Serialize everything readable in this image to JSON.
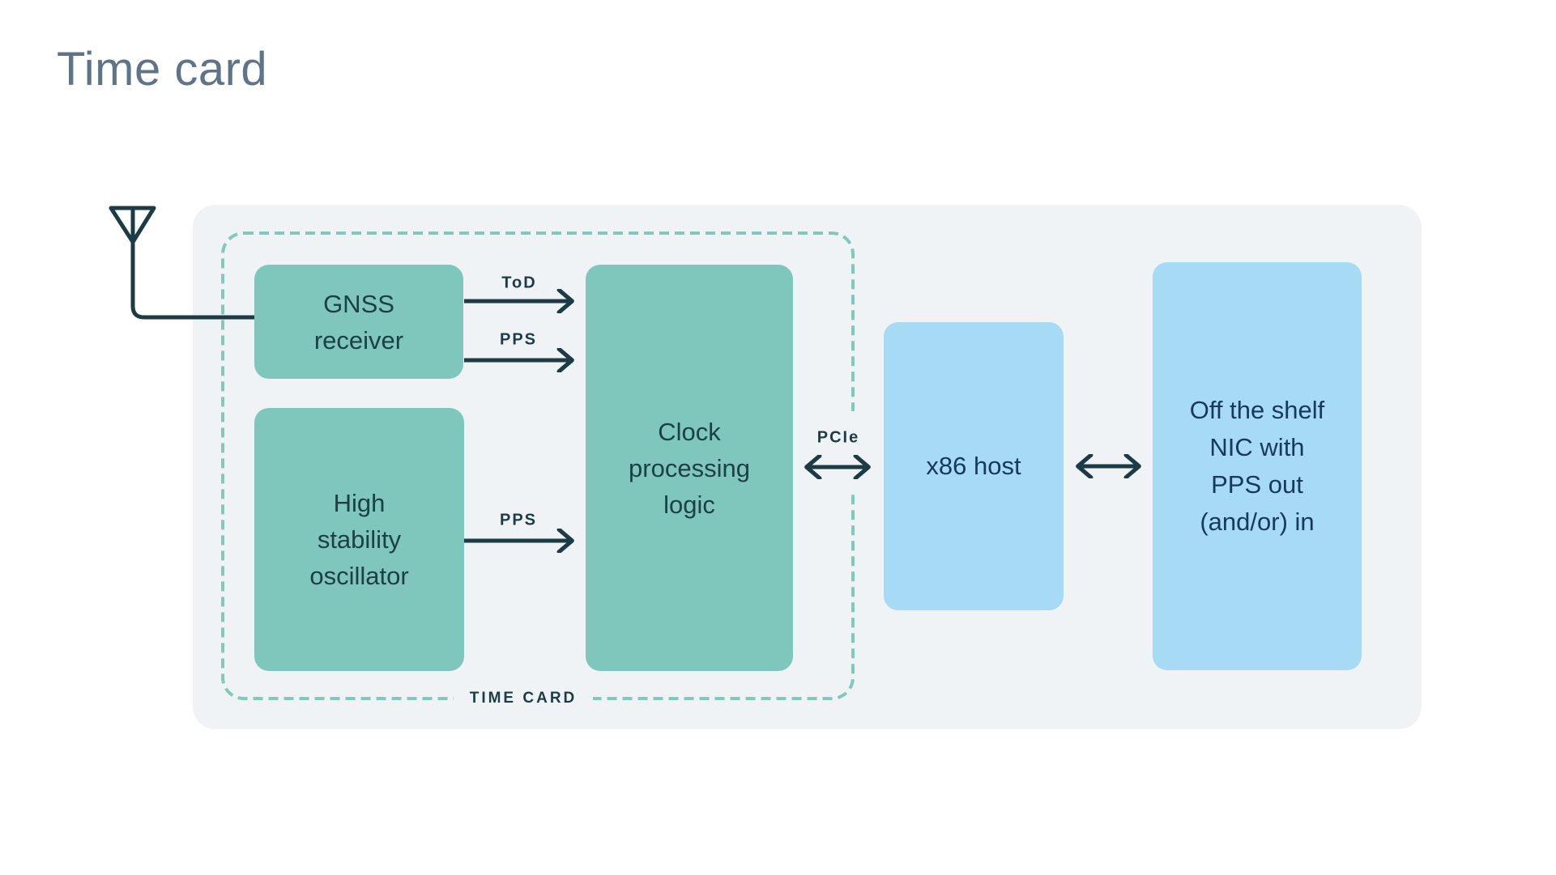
{
  "title": "Time card",
  "colors": {
    "background": "#ffffff",
    "panel": "#eff3f5",
    "teal_block": "#7fc6bc",
    "blue_block": "#a6daf5",
    "teal_block_text": "#1d4044",
    "blue_block_text": "#17395a",
    "line_dark": "#1d3b44",
    "dashed_border": "#82c8bd",
    "title_text": "#5f7487"
  },
  "diagram": {
    "group_label": "TIME CARD",
    "antenna": {
      "name": "gnss-antenna"
    },
    "nodes": [
      {
        "id": "gnss-receiver",
        "lines": [
          "GNSS",
          "receiver"
        ]
      },
      {
        "id": "high-stability-oscillator",
        "lines": [
          "High",
          "stability",
          "oscillator"
        ]
      },
      {
        "id": "clock-processing-logic",
        "lines": [
          "Clock",
          "processing",
          "logic"
        ]
      },
      {
        "id": "x86-host",
        "lines": [
          "x86 host"
        ]
      },
      {
        "id": "off-the-shelf-nic",
        "lines": [
          "Off the shelf",
          "NIC with",
          "PPS out",
          "(and/or) in"
        ]
      }
    ],
    "connections": [
      {
        "label": "ToD",
        "from": "gnss-receiver",
        "to": "clock-processing-logic",
        "direction": "right"
      },
      {
        "label": "PPS",
        "from": "gnss-receiver",
        "to": "clock-processing-logic",
        "direction": "right"
      },
      {
        "label": "PPS",
        "from": "high-stability-oscillator",
        "to": "clock-processing-logic",
        "direction": "right"
      },
      {
        "label": "PCIe",
        "from": "clock-processing-logic",
        "to": "x86-host",
        "direction": "both"
      },
      {
        "label": "",
        "from": "x86-host",
        "to": "off-the-shelf-nic",
        "direction": "both"
      }
    ]
  }
}
